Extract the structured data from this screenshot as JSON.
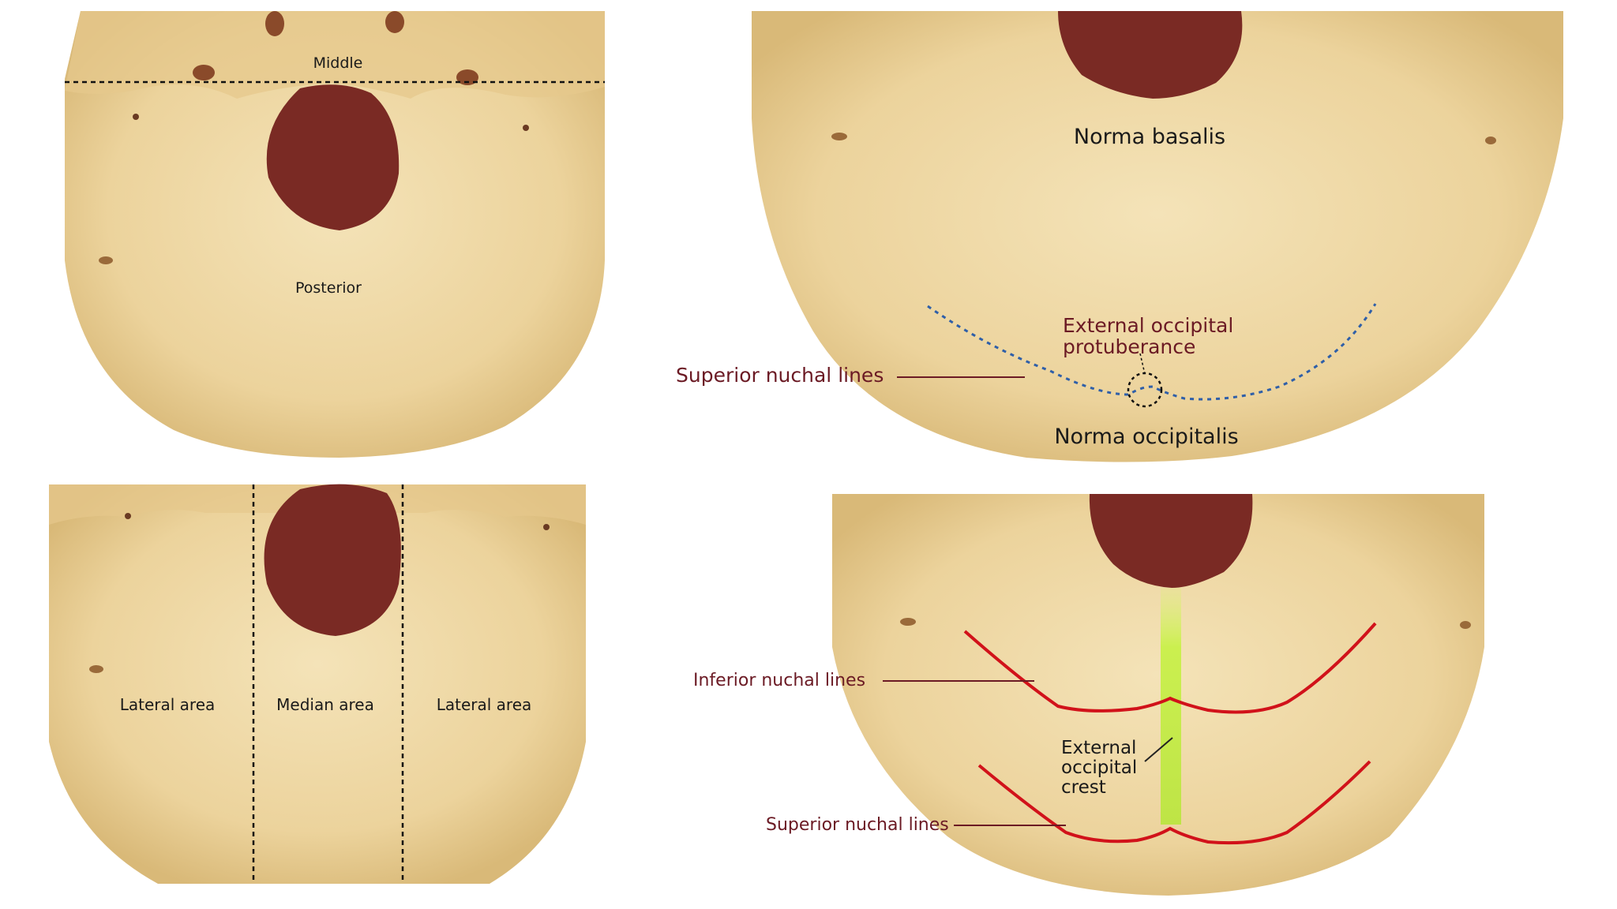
{
  "panel_top_left": {
    "label_middle": "Middle",
    "label_posterior": "Posterior"
  },
  "panel_top_right": {
    "label_norma_basalis": "Norma basalis",
    "label_protuberance_line1": "External occipital",
    "label_protuberance_line2": "protuberance",
    "label_superior_nuchal": "Superior nuchal lines",
    "label_norma_occipitalis": "Norma occipitalis"
  },
  "panel_bottom_left": {
    "label_lateral_left": "Lateral area",
    "label_median": "Median area",
    "label_lateral_right": "Lateral area"
  },
  "panel_bottom_right": {
    "label_inferior_nuchal": "Inferior nuchal lines",
    "label_crest_line1": "External",
    "label_crest_line2": "occipital",
    "label_crest_line3": "crest",
    "label_superior_nuchal": "Superior nuchal lines"
  },
  "colors": {
    "bone": "#eed9a6",
    "bone_shadow": "#d9bd82",
    "foramen": "#7a2a24",
    "label_maroon": "#6b1a24",
    "nuchal_red": "#d1121a",
    "crest_green": "#c8f04a",
    "dotted_blue": "#2f5fa8"
  }
}
